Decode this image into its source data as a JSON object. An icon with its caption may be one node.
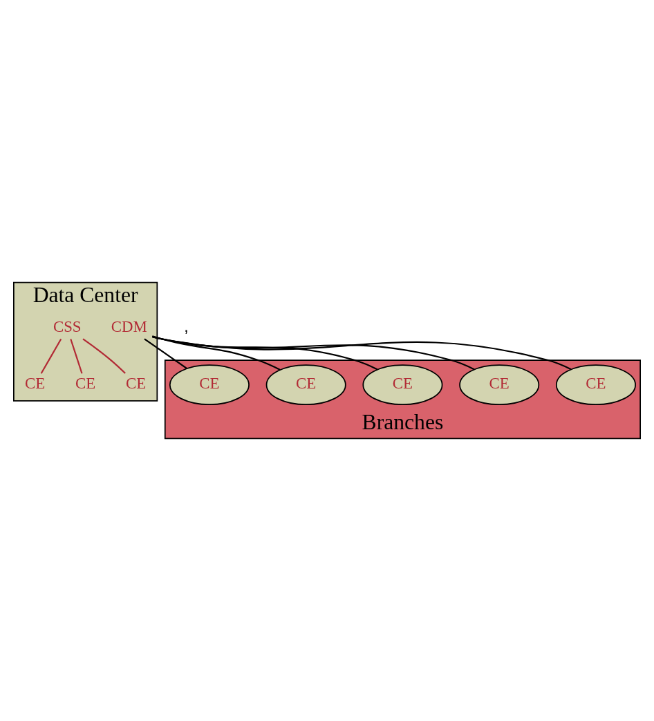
{
  "diagram": {
    "nodes": [
      {
        "text": [
          "Data Center"
        ]
      },
      {
        "text": [
          "CDM"
        ],
        "in": 0
      },
      {
        "text": [
          "CSS"
        ],
        "in": 0
      },
      {
        "text": [
          "CE"
        ],
        "in": 0
      },
      {
        "text": [
          "CE"
        ],
        "in": 0
      },
      {
        "text": [
          "CE"
        ],
        "in": 0
      },
      {
        "text": [
          "Branches"
        ]
      },
      {
        "text": [
          "CE"
        ],
        "in": 6
      },
      {
        "text": [
          "CE"
        ],
        "in": 6
      },
      {
        "text": [
          "CE"
        ],
        "in": 6
      },
      {
        "text": [
          "CE"
        ],
        "in": 6
      },
      {
        "text": [
          "CE"
        ],
        "in": 6
      }
    ],
    "edges": [
      {
        "from": 1,
        "to": 9,
        "arrow": "none"
      },
      {
        "from": 1,
        "to": 10,
        "arrow": "none"
      },
      {
        "from": 1,
        "to": 11,
        "arrow": "none"
      },
      {
        "from": 1,
        "to": 7,
        "arrow": "none"
      },
      {
        "from": 1,
        "to": 8,
        "arrow": "none"
      },
      {
        "from": 2,
        "to": 3,
        "arrow": "none",
        "color": "#b22a35"
      },
      {
        "from": 2,
        "to": 4,
        "arrow": "none",
        "color": "#b22a35"
      },
      {
        "from": 2,
        "to": 5,
        "arrow": "none",
        "color": "#b22a35"
      }
    ],
    "labels": [
      ","
    ]
  }
}
